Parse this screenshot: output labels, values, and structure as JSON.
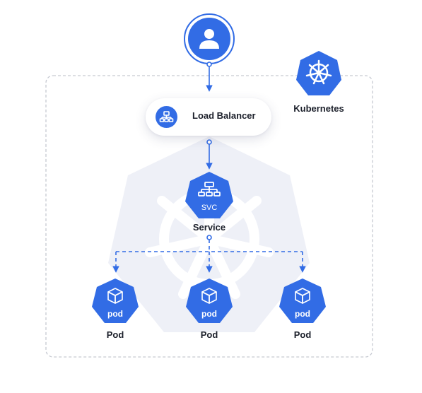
{
  "diagram": {
    "kubernetes_label": "Kubernetes",
    "load_balancer_label": "Load Balancer",
    "service_badge": "SVC",
    "service_label": "Service",
    "pod_badge": "pod",
    "pods": [
      {
        "label": "Pod"
      },
      {
        "label": "Pod"
      },
      {
        "label": "Pod"
      }
    ],
    "colors": {
      "primary": "#326ce5",
      "watermark": "#eef0f7",
      "cluster_border": "#c6c9d1",
      "text": "#1b1f2a"
    }
  }
}
